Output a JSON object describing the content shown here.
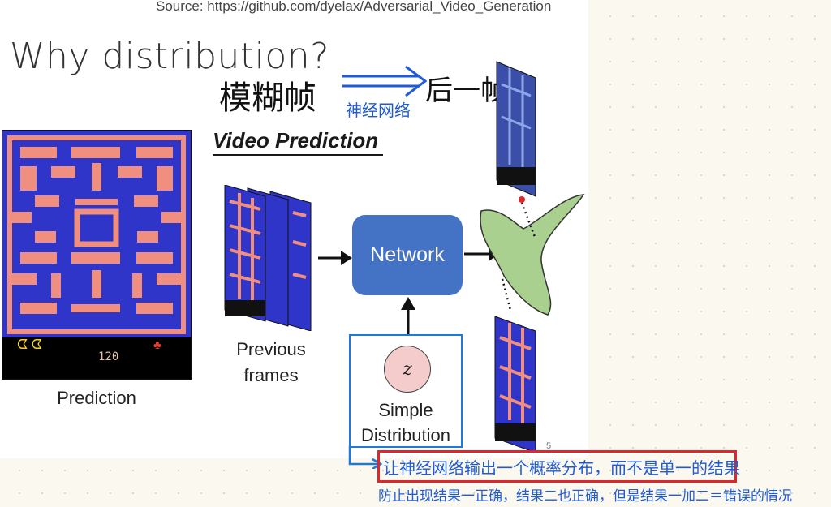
{
  "source": "Source: https://github.com/dyelax/Adversarial_Video_Generation",
  "title": "Why distribution?",
  "annotations": {
    "blurry_frame": "模糊帧",
    "neural_net": "神经网络",
    "next_frame": "后一帧",
    "main_note": "让神经网络输出一个概率分布，而不是单一的结果",
    "sub_note": "防止出现结果一正确，结果二也正确，但是结果一加二＝错误的情况"
  },
  "video_prediction": {
    "heading": "Video Prediction",
    "prediction_label": "Prediction",
    "score": "120",
    "previous_frames_line1": "Previous",
    "previous_frames_line2": "frames",
    "network_label": "Network",
    "z_symbol": "z",
    "simple_line1": "Simple",
    "simple_line2": "Distribution"
  },
  "page_number": "5",
  "colors": {
    "maze_blue": "#2e35c8",
    "maze_wall": "#f08f80",
    "network_blue": "#4472c4",
    "distribution_green": "#a9d08e",
    "annotation_blue": "#1f5bd6",
    "highlight_red": "#e0262b"
  }
}
